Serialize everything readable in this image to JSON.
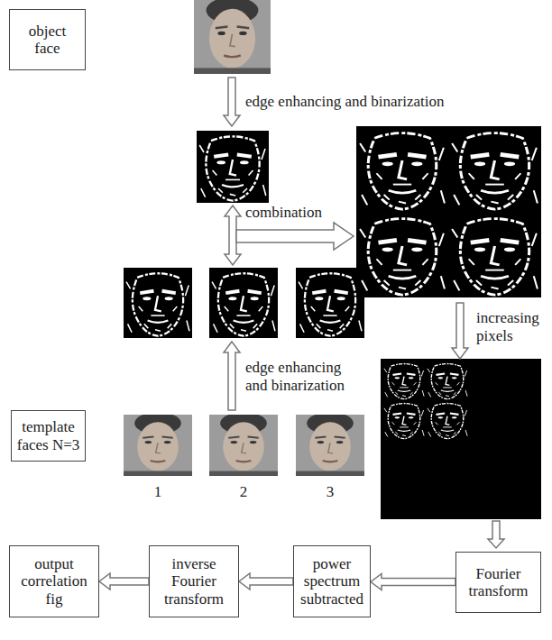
{
  "diagram": {
    "nodes": [
      {
        "text": [
          "object face"
        ]
      },
      {
        "text": [
          "template faces N=3"
        ]
      },
      {
        "text": [
          "Fourier transform"
        ]
      },
      {
        "text": [
          "power spectrum subtracted"
        ]
      },
      {
        "text": [
          "inverse Fourier transform"
        ]
      },
      {
        "text": [
          "output correlation fig"
        ]
      }
    ],
    "edges": [
      {
        "from": 2,
        "to": 3,
        "arrow": "to"
      },
      {
        "from": 3,
        "to": 4,
        "arrow": "to"
      },
      {
        "from": 4,
        "to": 5,
        "arrow": "to"
      }
    ],
    "labels": [
      "edge enhancing and binarization",
      "combination",
      "increasing pixels",
      "edge enhancing and binarization",
      "1",
      "2",
      "3"
    ]
  }
}
